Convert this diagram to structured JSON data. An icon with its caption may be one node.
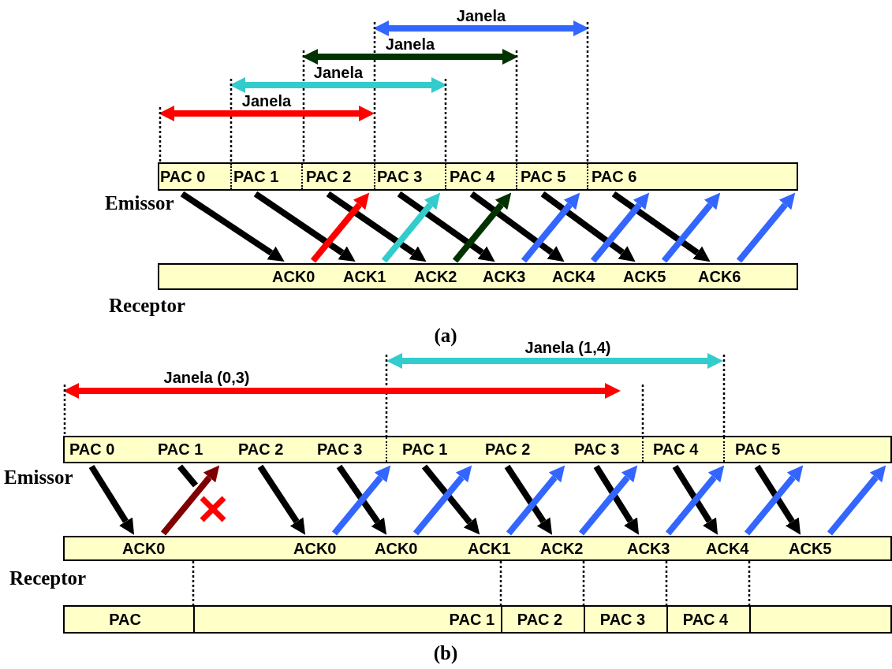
{
  "diagram": {
    "nodes": [
      {
        "text": [],
        "shape": "bar",
        "beside": [
          "Emissor"
        ]
      },
      {
        "text": [
          "PAC 0"
        ],
        "in": 0
      },
      {
        "text": [
          "PAC 1"
        ],
        "in": 0
      },
      {
        "text": [
          "PAC 2"
        ],
        "in": 0
      },
      {
        "text": [
          "PAC 3"
        ],
        "in": 0
      },
      {
        "text": [
          "PAC 4"
        ],
        "in": 0
      },
      {
        "text": [
          "PAC 5"
        ],
        "in": 0
      },
      {
        "text": [
          "PAC 6"
        ],
        "in": 0
      },
      {
        "text": [],
        "shape": "bar",
        "beside": [
          "Receptor"
        ]
      },
      {
        "text": [
          "ACK0"
        ],
        "in": 8
      },
      {
        "text": [
          "ACK1"
        ],
        "in": 8
      },
      {
        "text": [
          "ACK2"
        ],
        "in": 8
      },
      {
        "text": [
          "ACK3"
        ],
        "in": 8
      },
      {
        "text": [
          "ACK4"
        ],
        "in": 8
      },
      {
        "text": [
          "ACK5"
        ],
        "in": 8
      },
      {
        "text": [
          "ACK6"
        ],
        "in": 8
      },
      {
        "text": [],
        "shape": "bar",
        "beside": [
          "Emissor"
        ]
      },
      {
        "text": [
          "PAC 0"
        ],
        "in": 16
      },
      {
        "text": [
          "PAC 1"
        ],
        "in": 16
      },
      {
        "text": [
          "PAC 2"
        ],
        "in": 16
      },
      {
        "text": [
          "PAC 3"
        ],
        "in": 16
      },
      {
        "text": [
          "PAC 1"
        ],
        "in": 16
      },
      {
        "text": [
          "PAC 2"
        ],
        "in": 16
      },
      {
        "text": [
          "PAC 3"
        ],
        "in": 16
      },
      {
        "text": [
          "PAC 4"
        ],
        "in": 16
      },
      {
        "text": [
          "PAC 5"
        ],
        "in": 16
      },
      {
        "text": [],
        "shape": "bar",
        "beside": [
          "Receptor"
        ]
      },
      {
        "text": [
          "ACK0"
        ],
        "in": 26
      },
      {
        "text": [
          "ACK0"
        ],
        "in": 26
      },
      {
        "text": [
          "ACK0"
        ],
        "in": 26
      },
      {
        "text": [
          "ACK1"
        ],
        "in": 26
      },
      {
        "text": [
          "ACK2"
        ],
        "in": 26
      },
      {
        "text": [
          "ACK3"
        ],
        "in": 26
      },
      {
        "text": [
          "ACK4"
        ],
        "in": 26
      },
      {
        "text": [
          "ACK5"
        ],
        "in": 26
      },
      {
        "text": [],
        "shape": "bar"
      },
      {
        "text": [
          "PAC"
        ],
        "in": 35
      },
      {
        "text": [
          "PAC 1"
        ],
        "in": 35
      },
      {
        "text": [
          "PAC 2"
        ],
        "in": 35
      },
      {
        "text": [
          "PAC 3"
        ],
        "in": 35
      },
      {
        "text": [
          "PAC 4"
        ],
        "in": 35
      },
      {
        "text": [],
        "shape": "box",
        "in": 35
      }
    ],
    "edges": [
      {
        "from": 1,
        "to": 9,
        "arrow": "to"
      },
      {
        "from": 2,
        "to": 10,
        "arrow": "to"
      },
      {
        "from": 3,
        "to": 11,
        "arrow": "to"
      },
      {
        "from": 4,
        "to": 12,
        "arrow": "to"
      },
      {
        "from": 5,
        "to": 13,
        "arrow": "to"
      },
      {
        "from": 6,
        "to": 14,
        "arrow": "to"
      },
      {
        "from": 7,
        "to": 15,
        "arrow": "to"
      },
      {
        "from": 9,
        "to": 0,
        "arrow": "to",
        "color": "#ff0000"
      },
      {
        "from": 10,
        "to": 0,
        "arrow": "to",
        "color": "#33cccc"
      },
      {
        "from": 11,
        "to": 0,
        "arrow": "to",
        "color": "#003300"
      },
      {
        "from": 12,
        "to": 0,
        "arrow": "to",
        "color": "#3366ff"
      },
      {
        "from": 13,
        "to": 0,
        "arrow": "to",
        "color": "#3366ff"
      },
      {
        "from": 14,
        "to": 0,
        "arrow": "to",
        "color": "#3366ff"
      },
      {
        "from": 15,
        "to": 0,
        "arrow": "to",
        "color": "#3366ff"
      },
      {
        "from": 17,
        "to": 27,
        "arrow": "to"
      },
      {
        "from": 18,
        "to": null,
        "arrow": "none"
      },
      {
        "from": 19,
        "to": 28,
        "arrow": "to"
      },
      {
        "from": 20,
        "to": 29,
        "arrow": "to"
      },
      {
        "from": 21,
        "to": 30,
        "arrow": "to"
      },
      {
        "from": 22,
        "to": 31,
        "arrow": "to"
      },
      {
        "from": 23,
        "to": 32,
        "arrow": "to"
      },
      {
        "from": 24,
        "to": 33,
        "arrow": "to"
      },
      {
        "from": 25,
        "to": 34,
        "arrow": "to"
      },
      {
        "from": 27,
        "to": 16,
        "arrow": "to",
        "color": "#800000"
      },
      {
        "from": 28,
        "to": 16,
        "arrow": "to",
        "color": "#3366ff"
      },
      {
        "from": 29,
        "to": 16,
        "arrow": "to",
        "color": "#3366ff"
      },
      {
        "from": 30,
        "to": 16,
        "arrow": "to",
        "color": "#3366ff"
      },
      {
        "from": 31,
        "to": 16,
        "arrow": "to",
        "color": "#3366ff"
      },
      {
        "from": 32,
        "to": 16,
        "arrow": "to",
        "color": "#3366ff"
      },
      {
        "from": 33,
        "to": 16,
        "arrow": "to",
        "color": "#3366ff"
      },
      {
        "from": 34,
        "to": 16,
        "arrow": "to",
        "color": "#3366ff"
      }
    ],
    "labels": [
      "Janela",
      "Janela",
      "Janela",
      "Janela",
      "(a)",
      "Janela (1,4)",
      "Janela (0,3)",
      "(b)"
    ]
  }
}
